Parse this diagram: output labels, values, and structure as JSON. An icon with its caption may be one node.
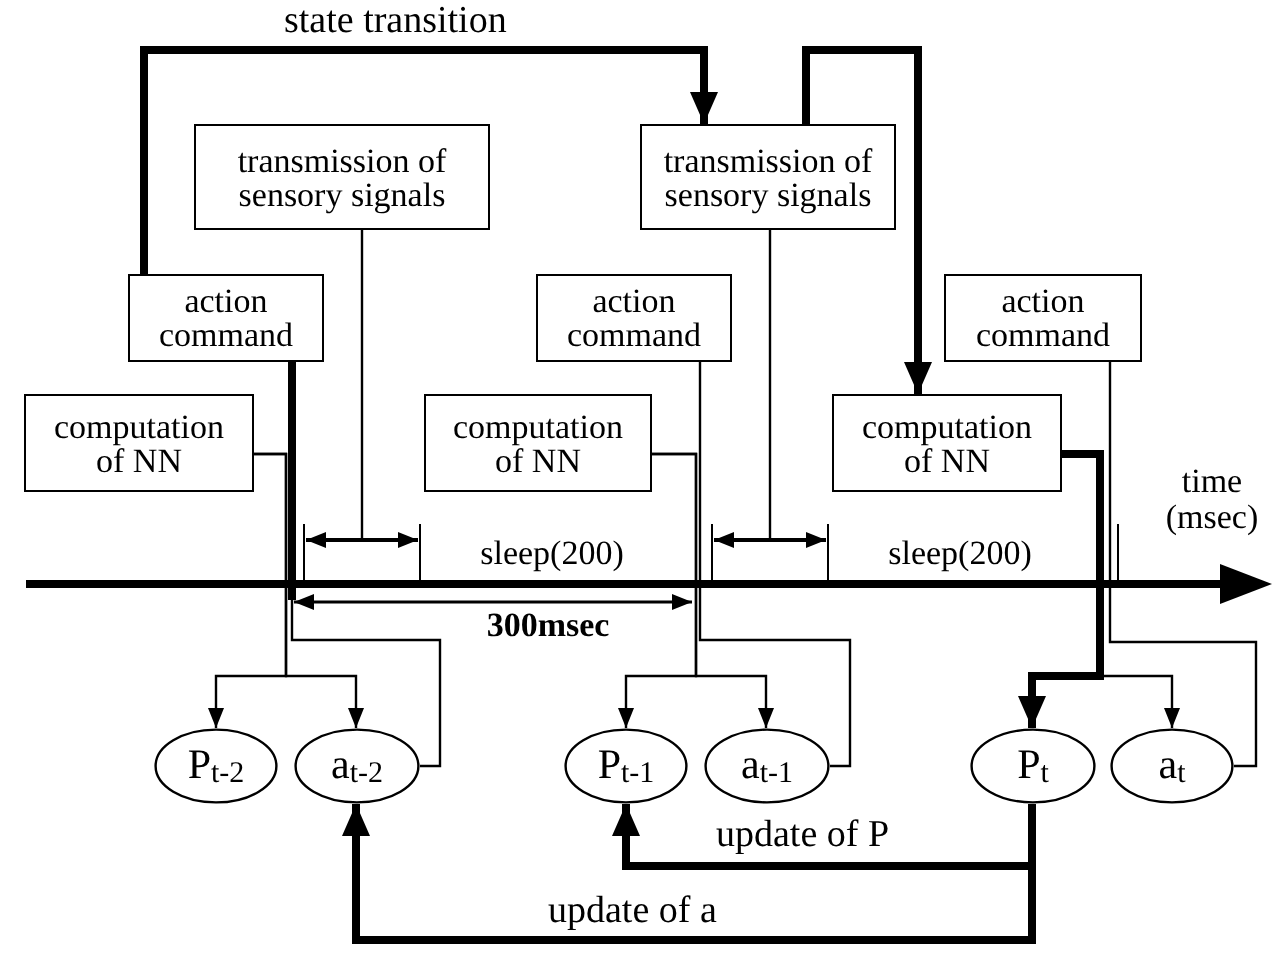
{
  "diagram": {
    "nodes": [
      {
        "text": [
          "transmission of sensory signals"
        ]
      },
      {
        "text": [
          "transmission of sensory signals"
        ]
      },
      {
        "text": [
          "action command"
        ]
      },
      {
        "text": [
          "action command"
        ]
      },
      {
        "text": [
          "action command"
        ]
      },
      {
        "text": [
          "computation of NN"
        ]
      },
      {
        "text": [
          "computation of NN"
        ]
      },
      {
        "text": [
          "computation of NN"
        ]
      },
      {
        "text": [
          "P$_{t-2}$"
        ]
      },
      {
        "text": [
          "a$_{t-2}$"
        ]
      },
      {
        "text": [
          "P$_{t-1}$"
        ]
      },
      {
        "text": [
          "a$_{t-1}$"
        ]
      },
      {
        "text": [
          "P$_{t}$"
        ]
      },
      {
        "text": [
          "a$_{t}$"
        ]
      }
    ],
    "edges": [
      {
        "from": 2,
        "to": 1,
        "arrow": "to",
        "label": "state transition",
        "style": "thick"
      },
      {
        "from": 1,
        "to": 7,
        "arrow": "to",
        "style": "thick"
      },
      {
        "from": 0,
        "to": null,
        "arrow": "none"
      },
      {
        "from": 1,
        "to": null,
        "arrow": "none"
      },
      {
        "from": 5,
        "to": 8,
        "arrow": "to"
      },
      {
        "from": 5,
        "to": 9,
        "arrow": "to"
      },
      {
        "from": 9,
        "to": 2,
        "arrow": "none"
      },
      {
        "from": 6,
        "to": 10,
        "arrow": "to"
      },
      {
        "from": 6,
        "to": 11,
        "arrow": "to"
      },
      {
        "from": 11,
        "to": 3,
        "arrow": "none"
      },
      {
        "from": 7,
        "to": 12,
        "arrow": "to",
        "style": "thick"
      },
      {
        "from": 7,
        "to": 13,
        "arrow": "to"
      },
      {
        "from": 13,
        "to": 4,
        "arrow": "none"
      },
      {
        "from": 12,
        "to": 10,
        "arrow": "to",
        "label": "update of P",
        "style": "thick"
      },
      {
        "from": 12,
        "to": 9,
        "arrow": "to",
        "label": "update of a",
        "style": "thick"
      }
    ],
    "labels": [
      "sleep(200)",
      "sleep(200)",
      "time (msec)",
      "300msec"
    ]
  }
}
